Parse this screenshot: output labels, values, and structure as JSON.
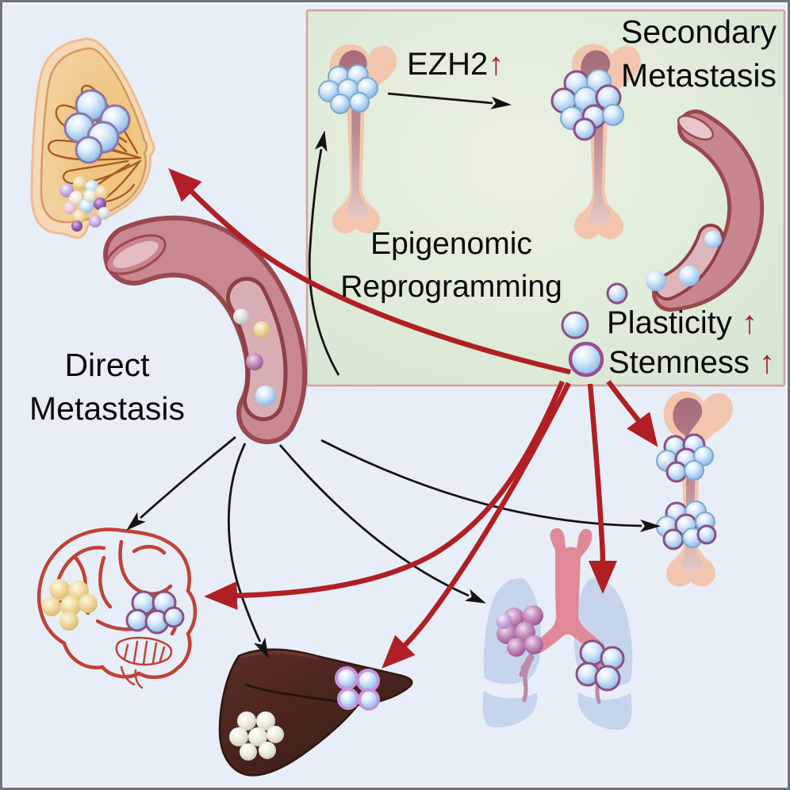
{
  "panel": {
    "title_line1": "Secondary",
    "title_line2": "Metastasis",
    "ezh2_label": "EZH2",
    "up_arrow": "↑",
    "process_line1": "Epigenomic",
    "process_line2": "Reprogramming",
    "plasticity_label": "Plasticity",
    "stemness_label": "Stemness"
  },
  "main": {
    "direct_label_line1": "Direct",
    "direct_label_line2": "Metastasis"
  },
  "colors": {
    "canvas_background": "#e8eef7",
    "panel_fill": "#dfead8",
    "panel_border": "#d2a2a2",
    "secondary_arrow_red": "#b01f24",
    "direct_arrow_black": "#141414",
    "label_text": "#0a0a0a",
    "up_arrow_red": "#a61e22",
    "tumor_cell_blue": "#a4c8ee",
    "tumor_cell_ring_purple": "#8d4f82",
    "vessel_wall": "#9a4850",
    "bone_cortex": "#f2c6ae",
    "liver_brown": "#45221d",
    "lung_blue": "#c6d5ec",
    "brain_outline_red": "#c04237"
  },
  "illustrations": {
    "breast": "breast-primary-tumor-icon",
    "blood_vessel": "blood-vessel-with-circulating-tumor-cells-icon",
    "panel_bone_before": "bone-metastasis-before-icon",
    "panel_bone_after": "bone-metastasis-after-icon",
    "panel_vessel": "curved-blood-vessel-icon",
    "brain": "brain-metastasis-icon",
    "liver": "liver-metastasis-icon",
    "lungs": "lung-metastasis-icon",
    "bone_right": "bone-metastasis-icon"
  },
  "arrows": {
    "direct_black_targets": [
      "bone-in-panel",
      "brain",
      "liver",
      "lungs",
      "bone-right"
    ],
    "secondary_red_targets": [
      "breast",
      "brain",
      "liver",
      "lungs",
      "bone-right"
    ],
    "ezh2_arrow": "bone-before-to-bone-after"
  }
}
